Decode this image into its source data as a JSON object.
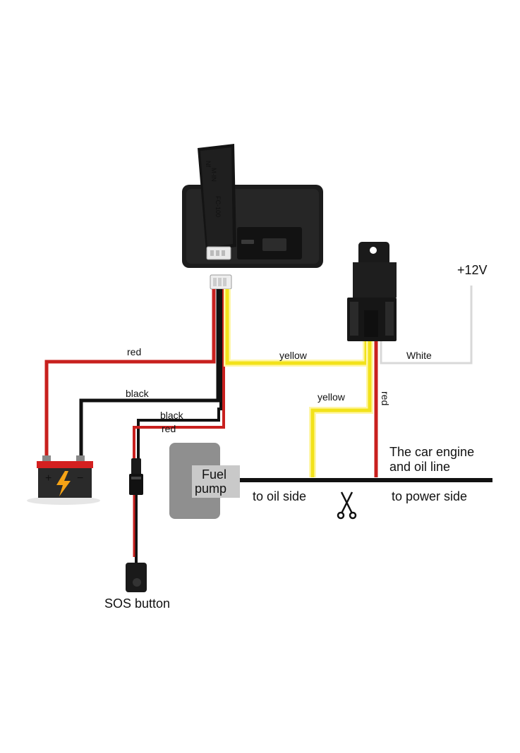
{
  "device": {
    "sim_label_1": "M-IN",
    "sim_label_2": "Nf",
    "card_text": "FC-100"
  },
  "wires": {
    "red_battery": "red",
    "black_battery": "black",
    "black_sos": "black",
    "red_sos": "red",
    "yellow_relay": "yellow",
    "yellow_oil": "yellow",
    "red_relay": "red",
    "white": "White"
  },
  "power": {
    "plus12v": "+12V"
  },
  "fuel_pump": {
    "line1": "Fuel",
    "line2": "pump"
  },
  "engine_line": {
    "title_line1": "The car engine",
    "title_line2": "and oil line",
    "oil_side": "to oil side",
    "power_side": "to power side"
  },
  "sos": {
    "label": "SOS button"
  },
  "battery": {
    "plus": "+",
    "minus": "−"
  },
  "colors": {
    "red_wire": "#c8201e",
    "black_wire": "#111111",
    "yellow_wire": "#f2e21a",
    "white_wire": "#d8d8d8",
    "device_body": "#1c1c1c",
    "pump_gray": "#8f8f8f",
    "battery_red": "#d42020",
    "bolt": "#f5a316"
  }
}
